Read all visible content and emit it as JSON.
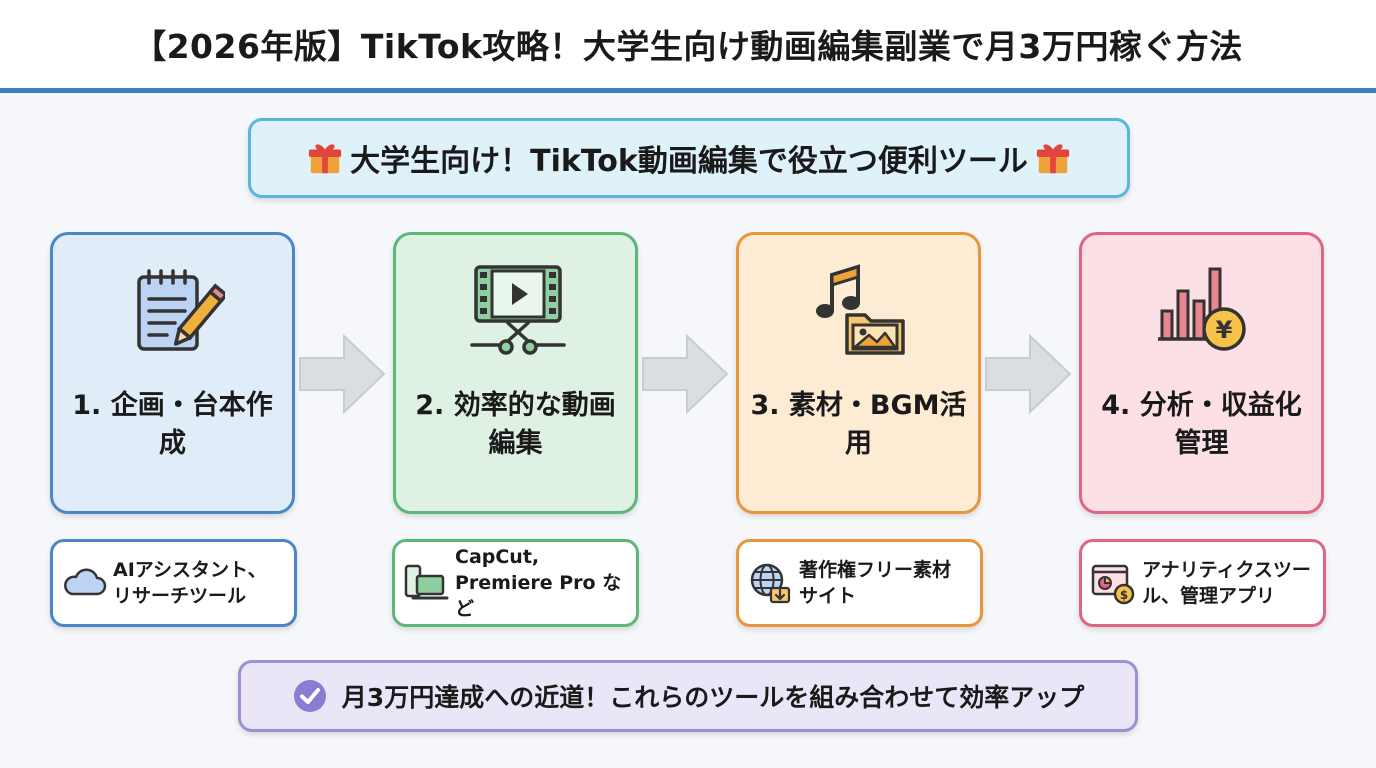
{
  "header": {
    "title": "【2026年版】TikTok攻略！大学生向け動画編集副業で月3万円稼ぐ方法"
  },
  "subtitle": {
    "text": "大学生向け！TikTok動画編集で役立つ便利ツール"
  },
  "steps": [
    {
      "label": "1. 企画・台本作成",
      "icon": "notepad-pencil-icon",
      "color": "#4b86c9"
    },
    {
      "label": "2. 効率的な動画編集",
      "icon": "video-scissors-icon",
      "color": "#5cb877"
    },
    {
      "label": "3. 素材・BGM活用",
      "icon": "music-image-folder-icon",
      "color": "#e8963b"
    },
    {
      "label": "4. 分析・収益化管理",
      "icon": "bar-chart-yen-icon",
      "color": "#e06583"
    }
  ],
  "tools": [
    {
      "text": "AIアシスタント、リサーチツール",
      "icon": "cloud-icon"
    },
    {
      "text": "CapCut, Premiere Pro など",
      "icon": "devices-icon"
    },
    {
      "text": "著作権フリー素材サイト",
      "icon": "globe-download-icon"
    },
    {
      "text": "アナリティクスツール、管理アプリ",
      "icon": "analytics-window-icon"
    }
  ],
  "footer": {
    "text": "月3万円達成への近道！これらのツールを組み合わせて効率アップ",
    "icon": "check-circle-icon"
  }
}
